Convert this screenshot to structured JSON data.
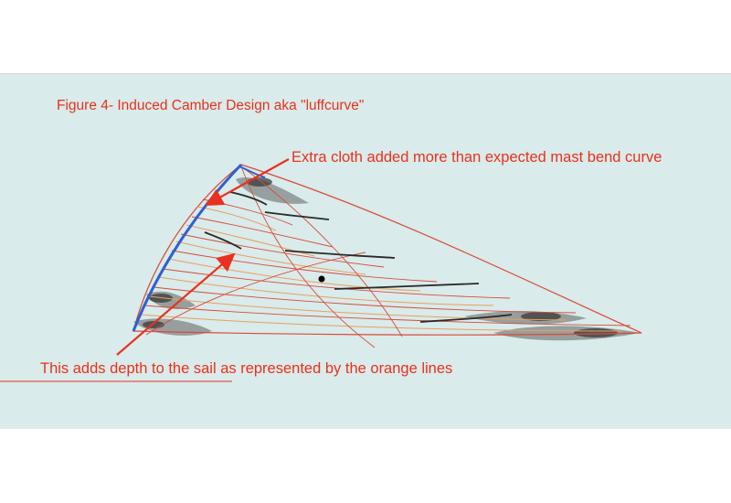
{
  "figure": {
    "title": "Figure 4- Induced Camber Design aka \"luffcurve\"",
    "annotations": {
      "top": "Extra cloth added more than expected mast bend curve",
      "bottom": "This adds depth to the sail as represented by the orange lines"
    }
  },
  "colors": {
    "background_panel": "#d9ebea",
    "annotation_text": "#e8311e",
    "luff_mast_line": "#2f5fd0",
    "depth_lines": "#e8a060",
    "panel_seams": "#d94a3a",
    "draft_stripes": "#333333",
    "shading": "#888888"
  }
}
